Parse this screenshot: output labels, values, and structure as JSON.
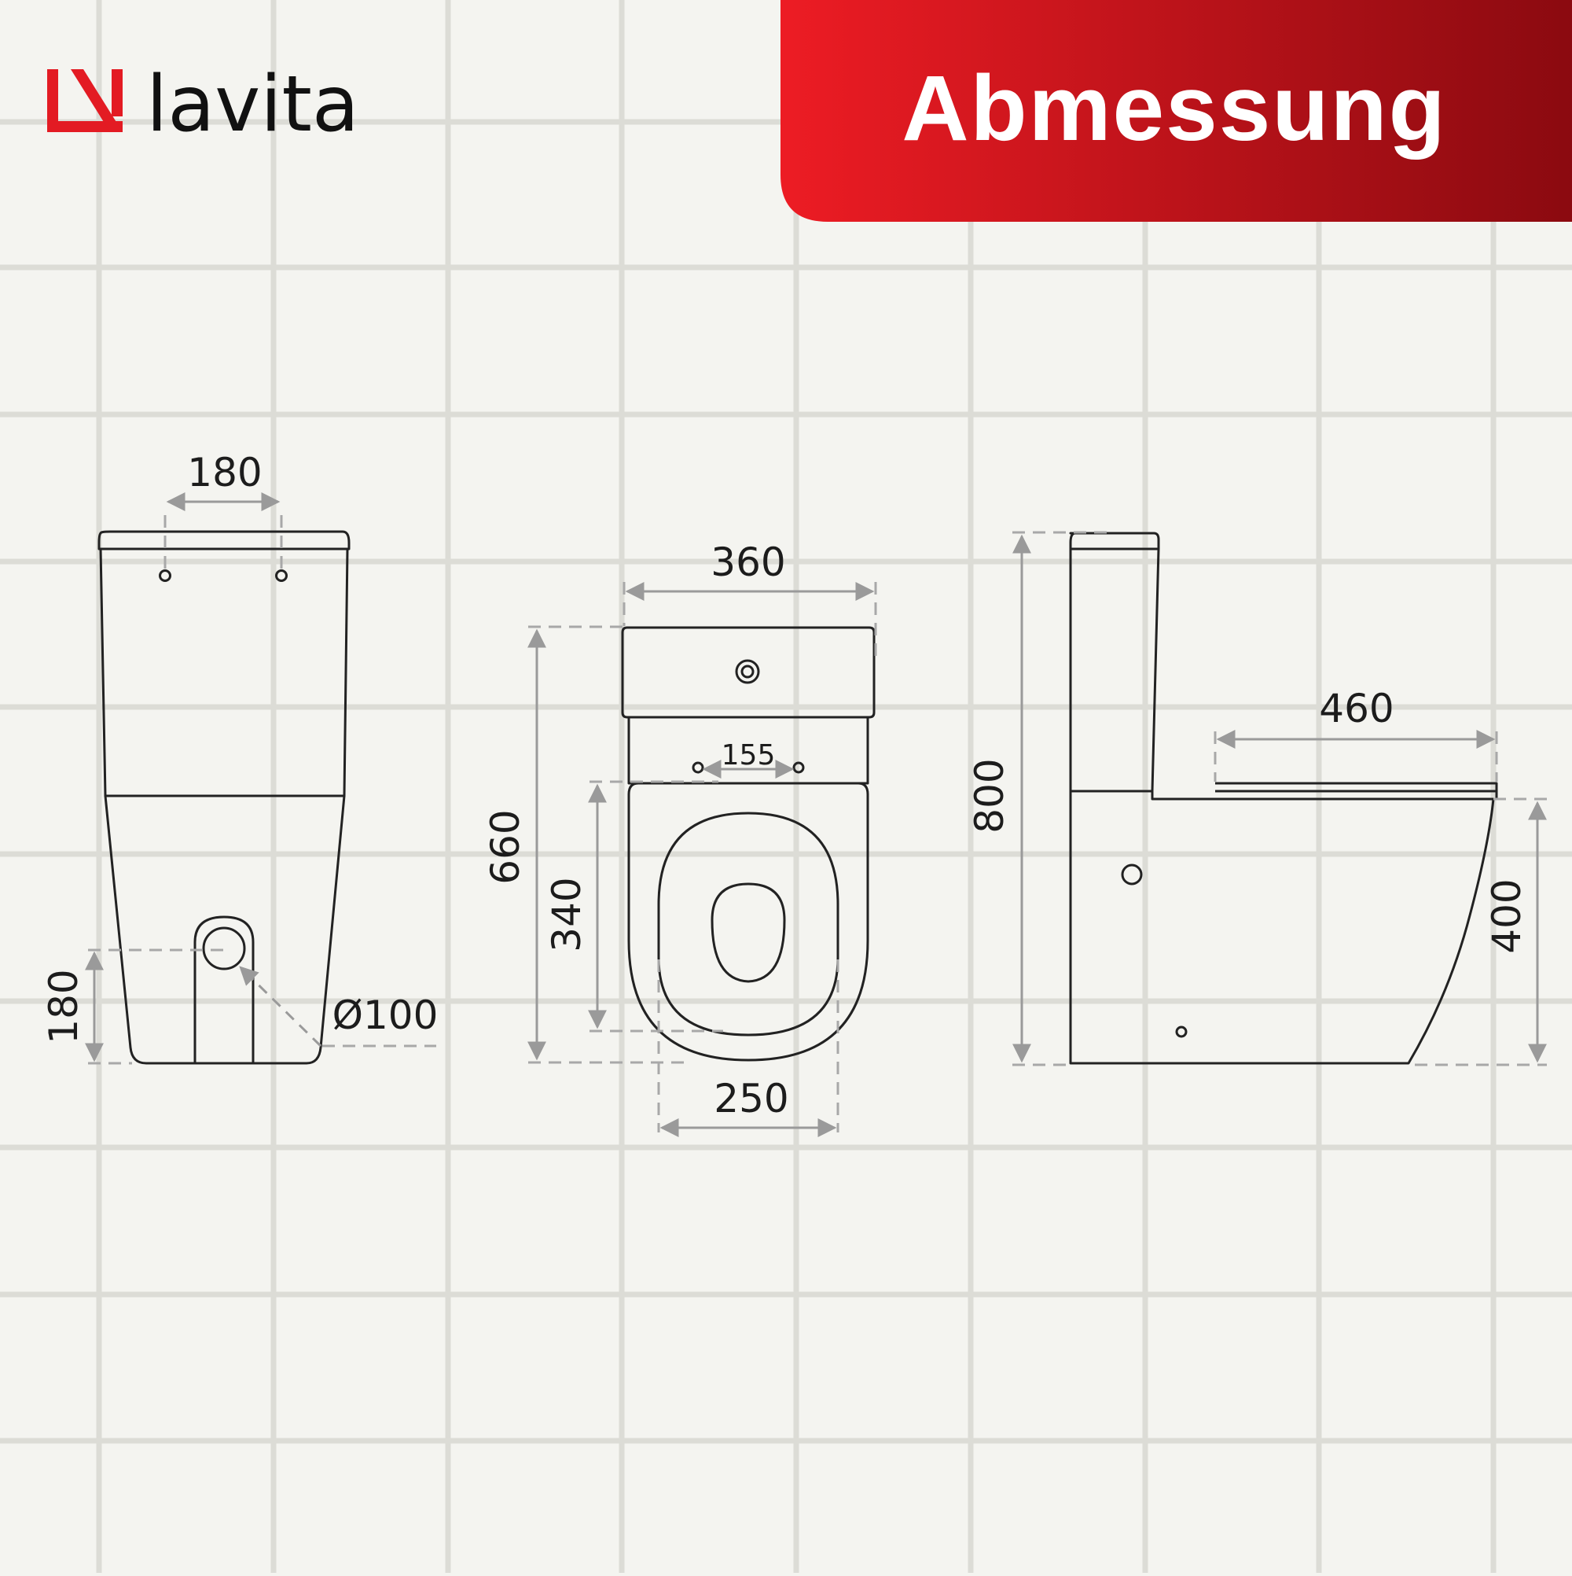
{
  "brand": {
    "name": "lavita",
    "accent": "#e31b23"
  },
  "banner": {
    "title": "Abmessung",
    "color_start": "#ed1c24",
    "color_end": "#8b0a10"
  },
  "dimensions": {
    "front_width": "180",
    "front_outlet_height": "180",
    "outlet_diameter": "Ø100",
    "top_width": "360",
    "top_length": "660",
    "top_hole_spacing": "155",
    "top_bowl_length": "340",
    "top_base_width": "250",
    "side_height": "800",
    "side_seat_length": "460",
    "side_seat_height": "400"
  }
}
